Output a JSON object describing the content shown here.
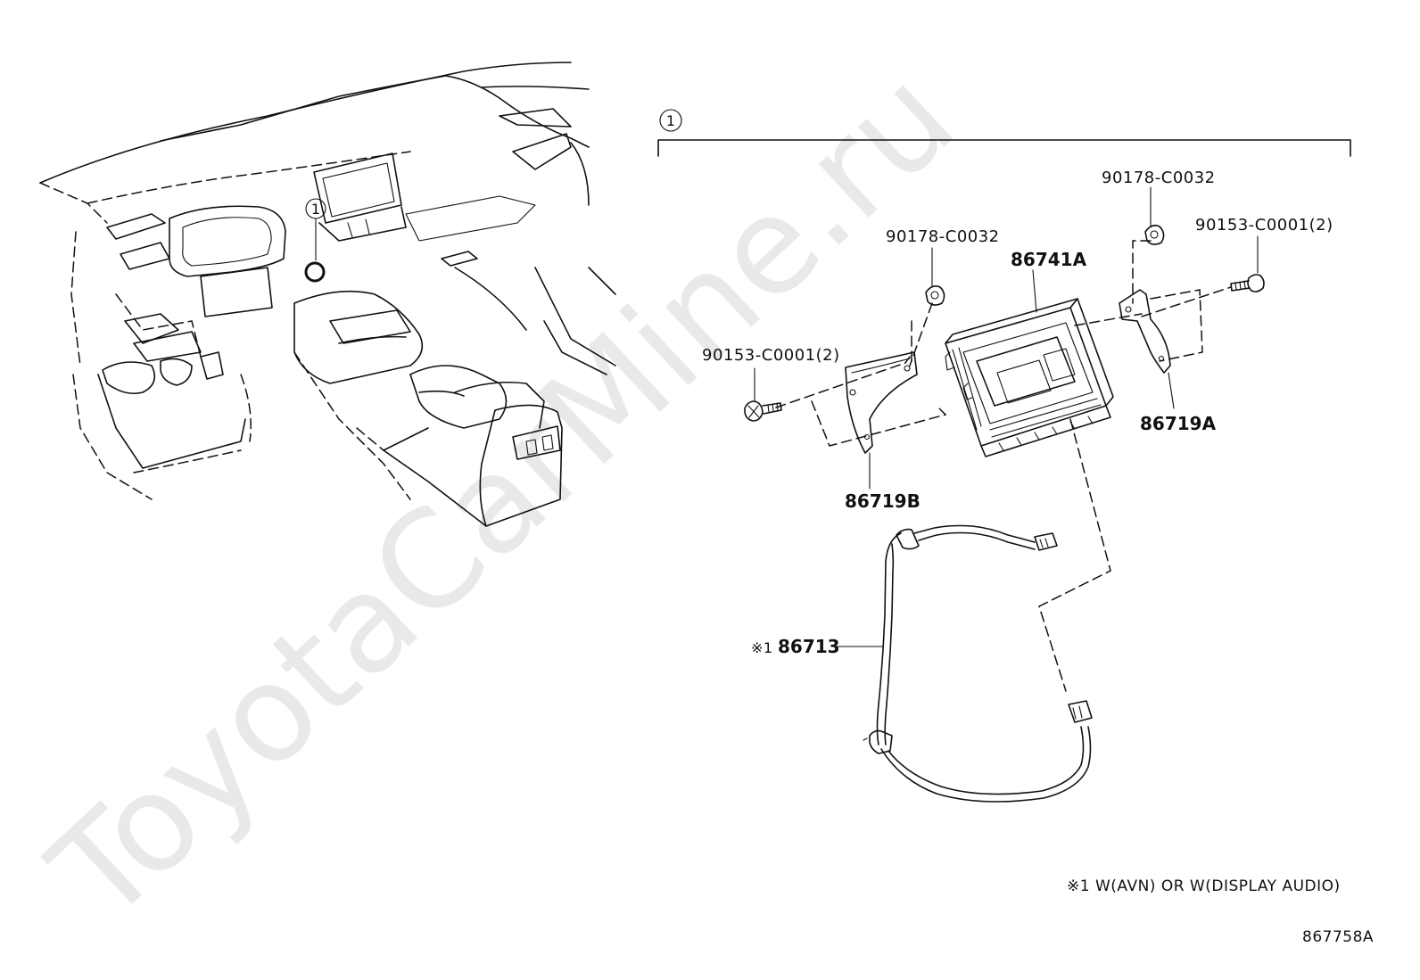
{
  "watermark": "ToyotaCarMine.ru",
  "callout": "1",
  "parts": {
    "nut_top_left": "90178-C0032",
    "nut_top_right": "90178-C0032",
    "bolt_right": "90153-C0001(2)",
    "bolt_left": "90153-C0001(2)",
    "receiver": "86741A",
    "bracket_right": "86719A",
    "bracket_left": "86719B",
    "wire_mark": "※1",
    "wire": "86713"
  },
  "footnote": "※1 W(AVN) OR W(DISPLAY AUDIO)",
  "diagram_id": "867758A"
}
